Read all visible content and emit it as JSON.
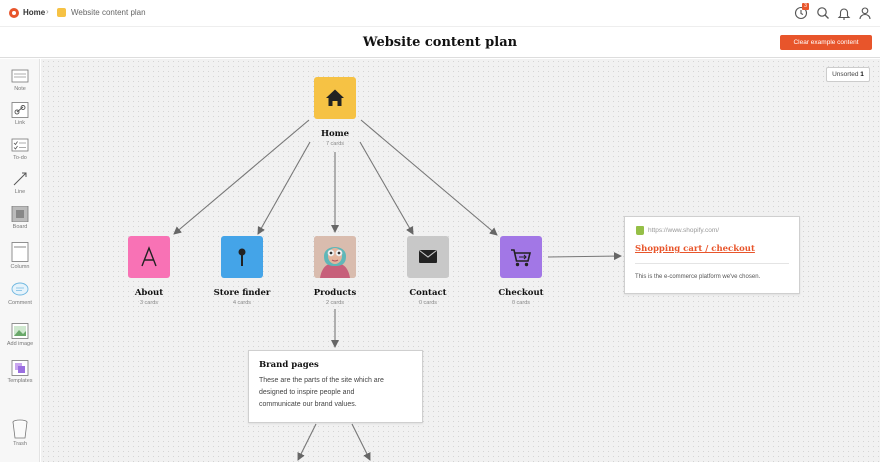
{
  "breadcrumb": {
    "home": "Home",
    "board": "Website content plan"
  },
  "header": {
    "notification_count": "3"
  },
  "title": {
    "text": "Website content plan",
    "clear_button": "Clear example content"
  },
  "sidebar": {
    "tools": [
      {
        "label": "Note",
        "icon": "note-icon"
      },
      {
        "label": "Link",
        "icon": "link-icon"
      },
      {
        "label": "To-do",
        "icon": "todo-icon"
      },
      {
        "label": "Line",
        "icon": "line-icon"
      },
      {
        "label": "Board",
        "icon": "board-icon"
      },
      {
        "label": "Column",
        "icon": "column-icon"
      },
      {
        "label": "Comment",
        "icon": "comment-icon"
      },
      {
        "label": "Add image",
        "icon": "image-icon"
      },
      {
        "label": "Templates",
        "icon": "templates-icon"
      },
      {
        "label": "Trash",
        "icon": "trash-icon"
      }
    ]
  },
  "unsorted": {
    "label": "Unsorted",
    "count": "1"
  },
  "boards": {
    "home": {
      "label": "Home",
      "count": "7 cards",
      "color": "#f6c244",
      "icon": "house-icon"
    },
    "about": {
      "label": "About",
      "count": "3 cards",
      "color": "#f872b5",
      "icon": "letter-a-icon"
    },
    "store": {
      "label": "Store finder",
      "count": "4 cards",
      "color": "#44a4e8",
      "icon": "map-pin-icon"
    },
    "products": {
      "label": "Products",
      "count": "2 cards",
      "icon": "photo-thumbnail"
    },
    "contact": {
      "label": "Contact",
      "count": "0 cards",
      "color": "#c8c8c8",
      "icon": "envelope-icon"
    },
    "checkout": {
      "label": "Checkout",
      "count": "0 cards",
      "color": "#a277e6",
      "icon": "cart-icon"
    }
  },
  "link_card": {
    "url": "https://www.shopify.com/",
    "title": "Shopping cart / checkout",
    "description": "This is the e-commerce platform we've chosen."
  },
  "note_card": {
    "title": "Brand pages",
    "lines": [
      "These are the parts of the site which are",
      "designed to inspire people and",
      "communicate our brand values."
    ]
  },
  "colors": {
    "accent": "#e8552b"
  }
}
